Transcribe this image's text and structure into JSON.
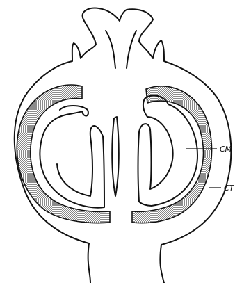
{
  "diagram": {
    "labels": [
      {
        "id": "cm",
        "text": "CM"
      },
      {
        "id": "ct",
        "text": "CT"
      }
    ],
    "colors": {
      "line": "#111111",
      "hatch": "#9a9a9a",
      "background": "#ffffff"
    }
  }
}
